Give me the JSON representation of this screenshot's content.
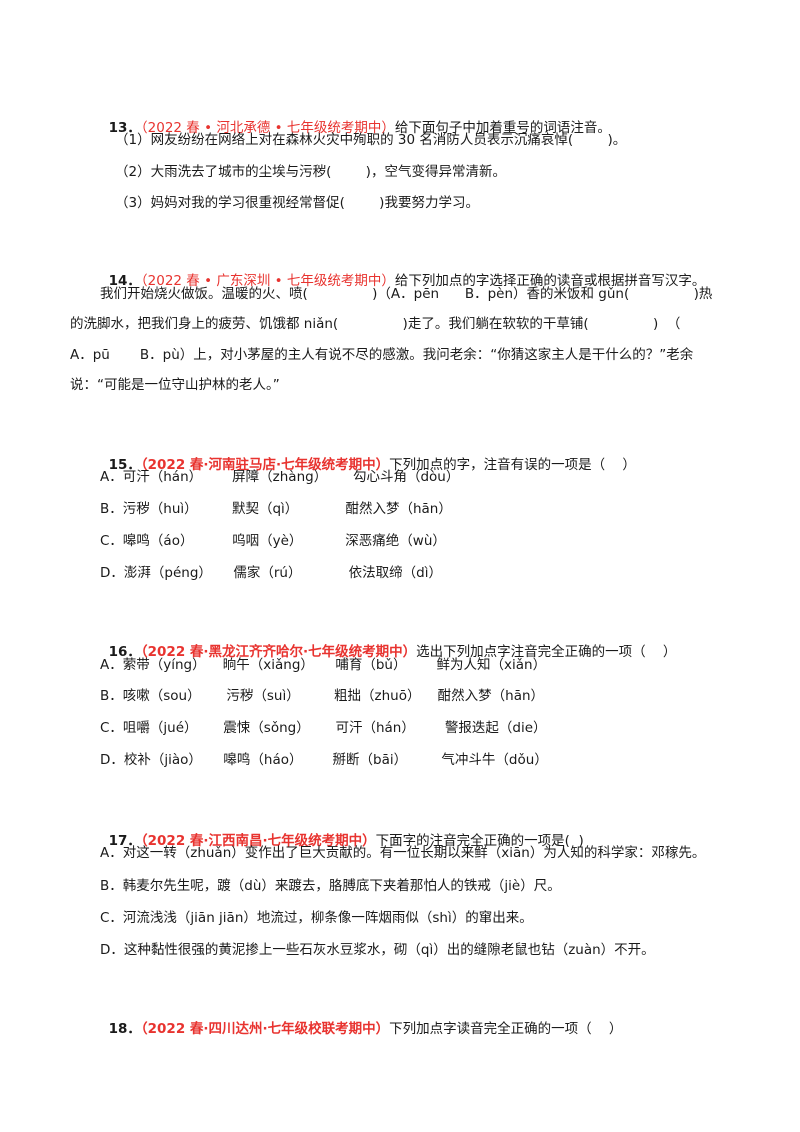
{
  "accent_color": "#e8332f",
  "q13": {
    "num": "13．",
    "source": "（2022 春 • 河北承德 • 七年级统考期中）",
    "stem": "给下面句子中加着重号的词语注音。",
    "items": [
      "（1）网友纷纷在网络上对在森林火灾中殉职的 30 名消防人员表示沉痛哀悼(        )。",
      "（2）大雨洗去了城市的尘埃与污秽(        )，空气变得异常清新。",
      "（3）妈妈对我的学习很重视经常督促(        )我要努力学习。"
    ]
  },
  "q14": {
    "num": "14．",
    "source": "（2022 春 • 广东深圳 • 七年级统考期中）",
    "stem": "给下列加点的字选择正确的读音或根据拼音写汉字。",
    "lines": [
      "我们开始烧火做饭。温暖的火、喷(               )（A．pēn      B．pèn）香的米饭和 gǔn(               )热",
      "的洗脚水，把我们身上的疲劳、饥饿都 niǎn(               )走了。我们躺在软软的干草铺(               )  （",
      "A．pū       B．pù）上，对小茅屋的主人有说不尽的感激。我问老余：“你猜这家主人是干什么的？”老余",
      "说：“可能是一位守山护林的老人。”"
    ]
  },
  "q15": {
    "num": "15．",
    "source": "（2022 春·河南驻马店·七年级统考期中）",
    "stem": "下列加点的字，注音有误的一项是（    ）",
    "options": [
      "A．可汗（hán）       屏障（zhàng）      勾心斗角（dòu）",
      "B．污秽（huì）        默契（qì）           酣然入梦（hān）",
      "C．嗥鸣（áo）         呜咽（yè）          深恶痛绝（wù）",
      "D．澎湃（péng）     儒家（rú）           依法取缔（dì）"
    ]
  },
  "q16": {
    "num": "16．",
    "source": "（2022 春·黑龙江齐齐哈尔·七年级统考期中）",
    "stem": "选出下列加点字注音完全正确的一项（    ）",
    "options": [
      "A．萦带（yíng）    晌午（xiǎng）     哺育（bǔ）       鲜为人知（xiǎn）",
      "B．咳嗽（sou）      污秽（suì）        粗拙（zhuō）    酣然入梦（hān）",
      "C．咀嚼（jué）      震悚（sǒng）      可汗（hán）       警报迭起（die）",
      "D．校补（jiào）     嗥鸣（háo）       掰断（bāi）        气冲斗牛（dǒu）"
    ]
  },
  "q17": {
    "num": "17．",
    "source": "（2022 春·江西南昌·七年级统考期中）",
    "stem": "下面字的注音完全正确的一项是(  )",
    "options": [
      "A．对这一转（zhuǎn）变作出了巨大贡献的。有一位长期以来鲜（xiān）为人知的科学家：邓稼先。",
      "B．韩麦尔先生呢，踱（dù）来踱去，胳膊底下夹着那怕人的铁戒（jiè）尺。",
      "C．河流浅浅（jiān jiān）地流过，柳条像一阵烟雨似（shì）的窜出来。",
      "D．这种黏性很强的黄泥掺上一些石灰水豆浆水，砌（qì）出的缝隙老鼠也钻（zuàn）不开。"
    ]
  },
  "q18": {
    "num": "18．",
    "source": "（2022 春·四川达州·七年级校联考期中）",
    "stem": "下列加点字读音完全正确的一项（    ）"
  }
}
